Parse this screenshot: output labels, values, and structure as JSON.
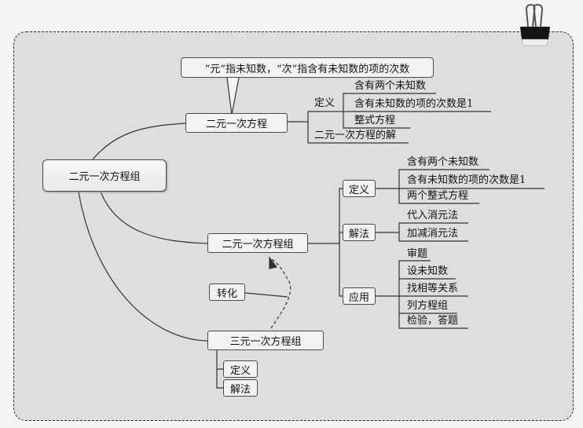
{
  "root": {
    "label": "二元一次方程组"
  },
  "callout": {
    "text": "“元”指未知数，“次”指含有未知数的项的次数"
  },
  "equation": {
    "label": "二元一次方程",
    "definition_label": "定义",
    "definition_items": [
      "含有两个未知数",
      "含有未知数的项的次数是1",
      "整式方程"
    ],
    "solution_label": "二元一次方程的解"
  },
  "system": {
    "label": "二元一次方程组",
    "definition_label": "定义",
    "definition_items": [
      "含有两个未知数",
      "含有未知数的项的次数是1",
      "两个整式方程"
    ],
    "solve_label": "解法",
    "solve_items": [
      "代入消元法",
      "加减消元法"
    ],
    "apply_label": "应用",
    "apply_items": [
      "审题",
      "设未知数",
      "找相等关系",
      "列方程组",
      "检验，答题"
    ]
  },
  "transform": {
    "label": "转化"
  },
  "ternary": {
    "label": "三元一次方程组",
    "children": [
      "定义",
      "解法"
    ]
  }
}
